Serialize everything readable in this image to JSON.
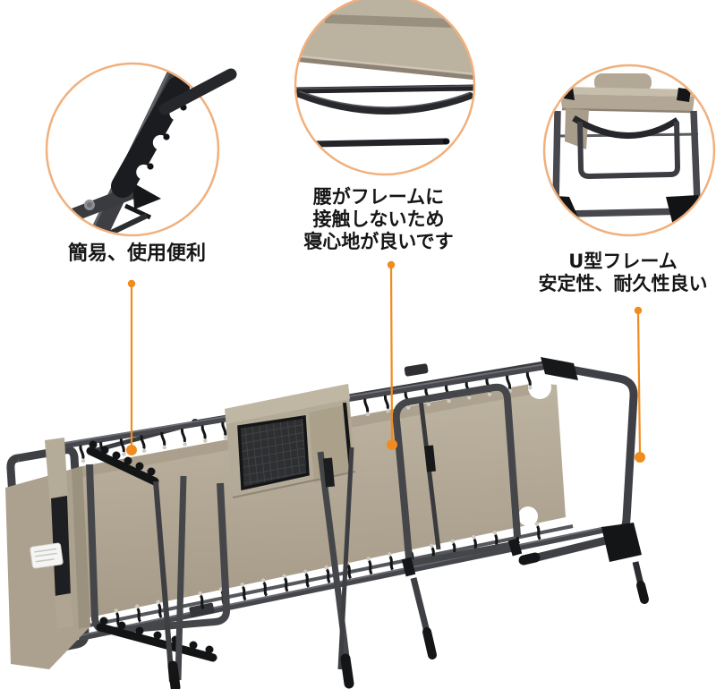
{
  "page": {
    "background": "#ffffff"
  },
  "palette": {
    "accent_orange": "#f08c1f",
    "callout_ring": "#f1b07c",
    "fabric": "#b5ab99",
    "fabric_light": "#c2b8a6",
    "fabric_dark": "#a79d8a",
    "frame_gray": "#46474c",
    "frame_black": "#17181a",
    "label_text": "#161616"
  },
  "callouts": [
    {
      "id": "hinge",
      "lines": [
        "簡易、使用便利"
      ]
    },
    {
      "id": "comfort",
      "lines": [
        "腰がフレームに",
        "接触しないため",
        "寝心地が良いです"
      ]
    },
    {
      "id": "u_frame",
      "lines": [
        "U型フレーム",
        "安定性、耐久性良い"
      ]
    }
  ]
}
